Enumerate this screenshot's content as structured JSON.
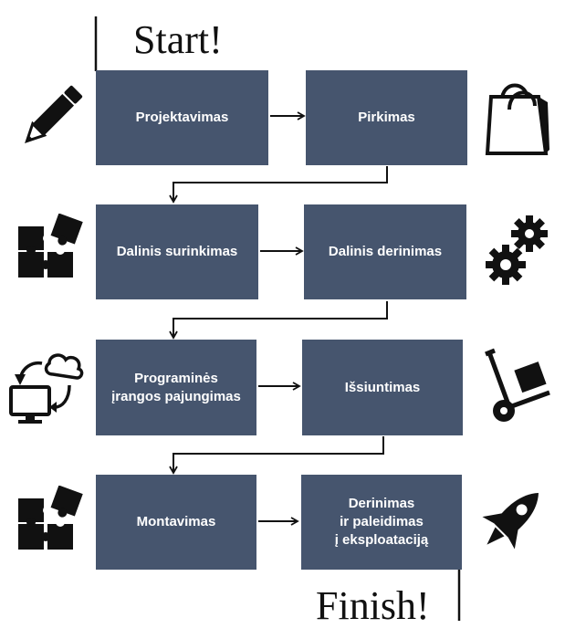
{
  "start_label": "Start!",
  "finish_label": "Finish!",
  "steps": [
    {
      "label": "Projektavimas",
      "icon": "pencil-icon"
    },
    {
      "label": "Pirkimas",
      "icon": "shopping-bag-icon"
    },
    {
      "label": "Dalinis surinkimas",
      "icon": "puzzle-icon"
    },
    {
      "label": "Dalinis derinimas",
      "icon": "gears-icon"
    },
    {
      "label": "Programinės\nįrangos pajungimas",
      "icon": "computer-cloud-sync-icon"
    },
    {
      "label": "Išsiuntimas",
      "icon": "hand-truck-icon"
    },
    {
      "label": "Montavimas",
      "icon": "puzzle-icon"
    },
    {
      "label": "Derinimas\nir paleidimas\nį eksploataciją",
      "icon": "rocket-icon"
    }
  ],
  "colors": {
    "box": "#46556e",
    "box_text": "#ffffff",
    "line": "#111111"
  }
}
